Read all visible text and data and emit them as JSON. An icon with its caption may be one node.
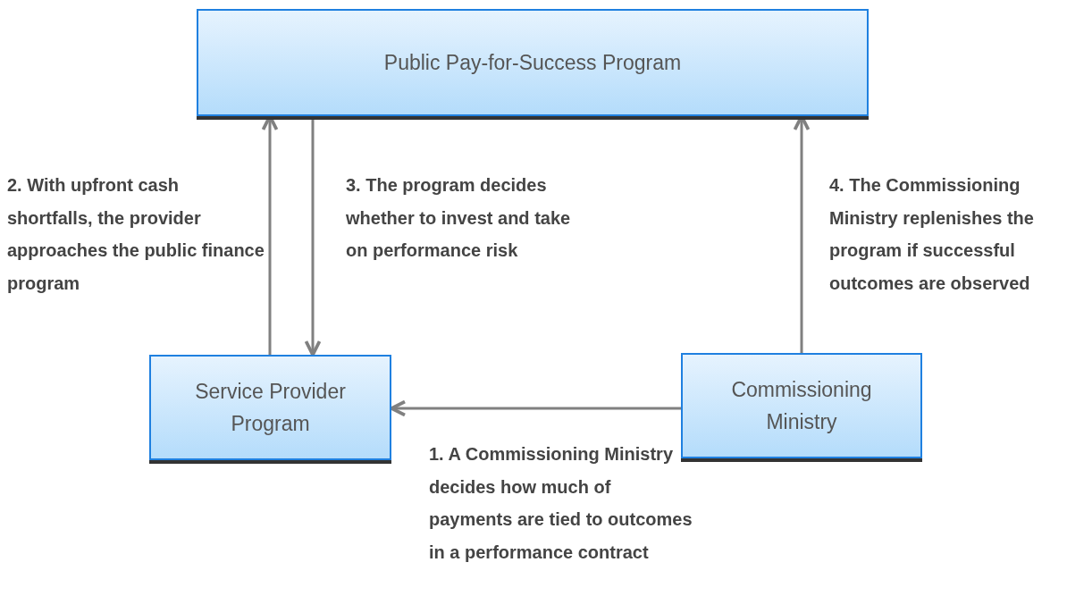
{
  "diagram": {
    "nodes": [
      {
        "text": [
          "Public Pay-for-Success Program"
        ]
      },
      {
        "text": [
          "Service Provider Program"
        ]
      },
      {
        "text": [
          "Commissioning Ministry"
        ]
      }
    ],
    "edges": [
      {
        "from": 2,
        "to": 1,
        "arrow": "to",
        "label": "**1.** A Commissioning Ministry decides how much of payments are tied to outcomes in a performance contract"
      },
      {
        "from": 1,
        "to": 0,
        "arrow": "to",
        "label": "**2.** With upfront cash shortfalls, the provider approaches the public finance program"
      },
      {
        "from": 0,
        "to": 1,
        "arrow": "to",
        "label": "**3.** The program decides whether to invest and take on performance risk"
      },
      {
        "from": 2,
        "to": 0,
        "arrow": "to",
        "label": "**4.** The Commissioning Ministry replenishes the program if successful outcomes are observed"
      }
    ]
  }
}
